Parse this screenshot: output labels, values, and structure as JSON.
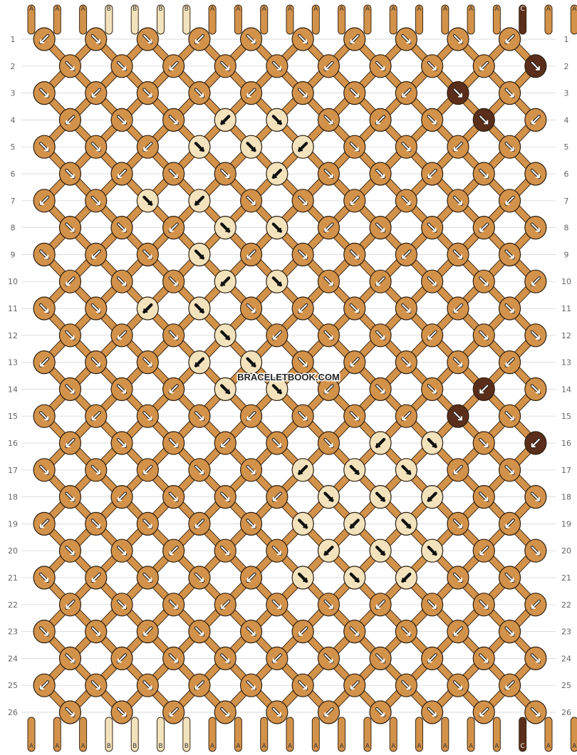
{
  "watermark": "BRACELETBOOK.COM",
  "strings": [
    "A",
    "A",
    "A",
    "B",
    "B",
    "B",
    "B",
    "A",
    "A",
    "A",
    "A",
    "A",
    "A",
    "A",
    "A",
    "A",
    "A",
    "A",
    "A",
    "C",
    "A",
    "A"
  ],
  "colors": {
    "A": "#d3924a",
    "B": "#f3e3bd",
    "C": "#5a2e1a"
  },
  "rows": [
    "1",
    "2",
    "3",
    "4",
    "5",
    "6",
    "7",
    "8",
    "9",
    "10",
    "11",
    "12",
    "13",
    "14",
    "15",
    "16",
    "17",
    "18",
    "19",
    "20",
    "21",
    "22",
    "23",
    "24",
    "25",
    "26"
  ],
  "row_count": 26,
  "knots_per_row": {
    "odd": 10,
    "even": 10
  },
  "pattern_notes": {
    "accent_color_name": "C",
    "diamond_motifs_color": "B",
    "background_color": "A"
  }
}
